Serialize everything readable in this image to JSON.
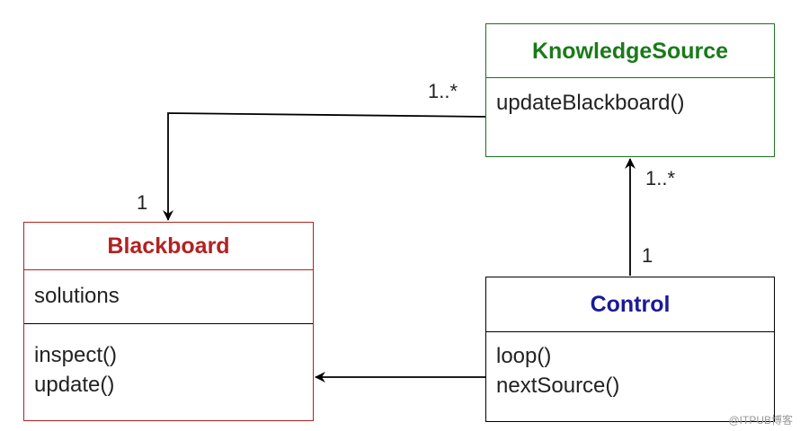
{
  "classes": {
    "knowledge_source": {
      "name": "KnowledgeSource",
      "operations": [
        "updateBlackboard()"
      ]
    },
    "blackboard": {
      "name": "Blackboard",
      "attributes": [
        "solutions"
      ],
      "operations": [
        "inspect()",
        "update()"
      ]
    },
    "control": {
      "name": "Control",
      "operations": [
        "loop()",
        "nextSource()"
      ]
    }
  },
  "associations": {
    "ks_to_blackboard": {
      "source_mult": "1..*",
      "target_mult": "1"
    },
    "control_to_ks": {
      "source_mult": "1",
      "target_mult": "1..*"
    },
    "control_to_blackboard": {}
  },
  "watermark": "@ITPUB博客",
  "colors": {
    "knowledge_source": "#1a7a1a",
    "blackboard": "#b22222",
    "control": "#1a1a99"
  }
}
